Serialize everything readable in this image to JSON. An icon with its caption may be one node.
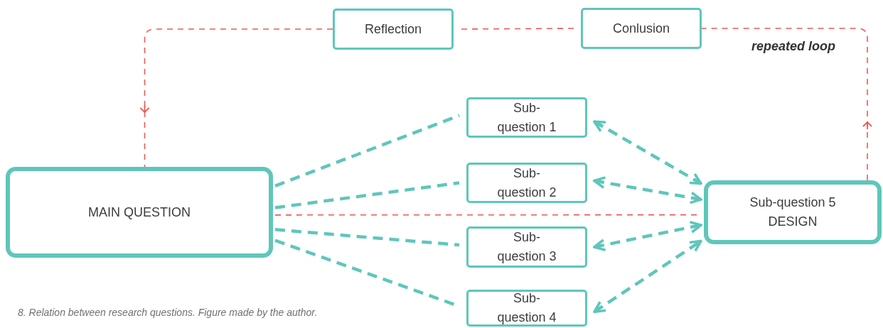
{
  "diagram": {
    "caption": "8. Relation between research questions. Figure made by the author.",
    "nodes": [
      {
        "text": [
          "MAIN QUESTION"
        ]
      },
      {
        "text": [
          "Reflection"
        ]
      },
      {
        "text": [
          "Conlusion"
        ]
      },
      {
        "text": [
          "Sub-question 1"
        ]
      },
      {
        "text": [
          "Sub-question 2"
        ]
      },
      {
        "text": [
          "Sub-question 3"
        ]
      },
      {
        "text": [
          "Sub-question 4"
        ]
      },
      {
        "text": [
          "Sub-question 5 DESIGN"
        ]
      }
    ],
    "edges": [
      {
        "from": 7,
        "to": 2,
        "arrow": "to",
        "style": "dashed",
        "color": "#ee5a52"
      },
      {
        "from": 2,
        "to": 1,
        "arrow": "none",
        "style": "dashed",
        "color": "#ee5a52"
      },
      {
        "from": 1,
        "to": 0,
        "arrow": "to",
        "style": "dashed",
        "color": "#ee5a52"
      },
      {
        "from": 0,
        "to": 7,
        "arrow": "none",
        "style": "dashed",
        "color": "#ee5a52"
      },
      {
        "from": 0,
        "to": 3,
        "arrow": "none",
        "style": "dashed"
      },
      {
        "from": 0,
        "to": 4,
        "arrow": "none",
        "style": "dashed"
      },
      {
        "from": 0,
        "to": 5,
        "arrow": "none",
        "style": "dashed"
      },
      {
        "from": 0,
        "to": 6,
        "arrow": "none",
        "style": "dashed"
      },
      {
        "from": 3,
        "to": 7,
        "arrow": "both",
        "style": "dashed"
      },
      {
        "from": 4,
        "to": 7,
        "arrow": "both",
        "style": "dashed"
      },
      {
        "from": 5,
        "to": 7,
        "arrow": "both",
        "style": "dashed"
      },
      {
        "from": 6,
        "to": 7,
        "arrow": "both",
        "style": "dashed"
      }
    ],
    "labels": [
      "repeated loop"
    ]
  }
}
